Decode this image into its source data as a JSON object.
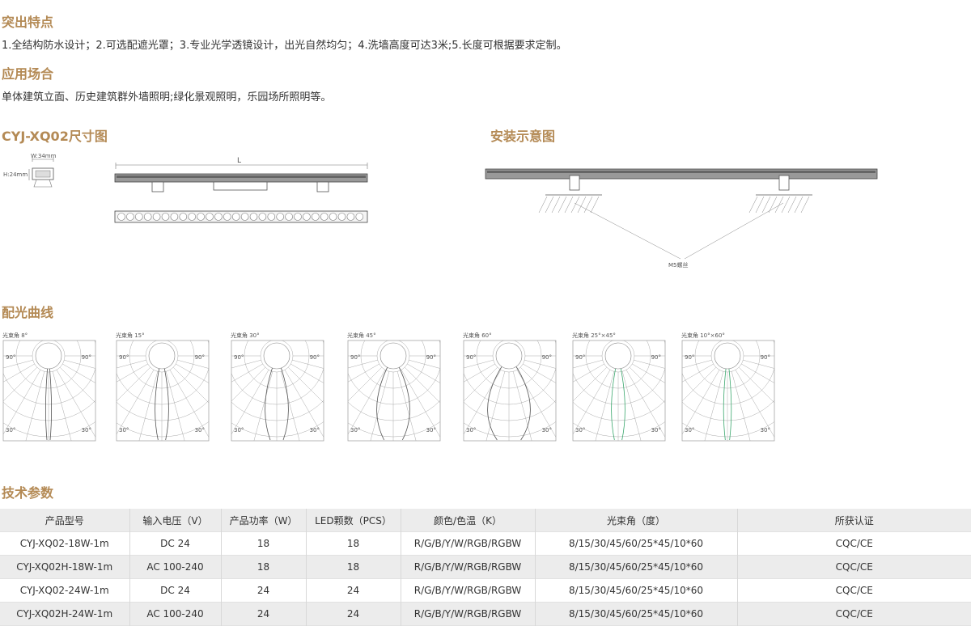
{
  "features": {
    "heading": "突出特点",
    "text": "1.全结构防水设计；2.可选配遮光罩；3.专业光学透镜设计，出光自然均匀；4.洗墙高度可达3米;5.长度可根据要求定制。"
  },
  "application": {
    "heading": "应用场合",
    "text": "单体建筑立面、历史建筑群外墙照明;绿化景观照明，乐园场所照明等。"
  },
  "dimension": {
    "heading": "CYJ-XQ02尺寸图",
    "width_label": "W:34mm",
    "height_label": "H:24mm",
    "length_label": "L"
  },
  "install": {
    "heading": "安装示意图",
    "screw_label": "M5螺丝"
  },
  "light_curve": {
    "heading": "配光曲线",
    "angle_90": "90°",
    "angle_30": "30°",
    "items": [
      {
        "label": "光束角  8°"
      },
      {
        "label": "光束角 15°"
      },
      {
        "label": "光束角 30°"
      },
      {
        "label": "光束角 45°"
      },
      {
        "label": "光束角 60°"
      },
      {
        "label": "光束角 25°×45°"
      },
      {
        "label": "光束角 10°×60°"
      }
    ]
  },
  "spec": {
    "heading": "技术参数",
    "columns": [
      "产品型号",
      "输入电压（V）",
      "产品功率（W）",
      "LED颗数（PCS）",
      "颜色/色温（K）",
      "光束角（度）",
      "所获认证"
    ],
    "rows": [
      [
        "CYJ-XQ02-18W-1m",
        "DC 24",
        "18",
        "18",
        "R/G/B/Y/W/RGB/RGBW",
        "8/15/30/45/60/25*45/10*60",
        "CQC/CE"
      ],
      [
        "CYJ-XQ02H-18W-1m",
        "AC 100-240",
        "18",
        "18",
        "R/G/B/Y/W/RGB/RGBW",
        "8/15/30/45/60/25*45/10*60",
        "CQC/CE"
      ],
      [
        "CYJ-XQ02-24W-1m",
        "DC 24",
        "24",
        "24",
        "R/G/B/Y/W/RGB/RGBW",
        "8/15/30/45/60/25*45/10*60",
        "CQC/CE"
      ],
      [
        "CYJ-XQ02H-24W-1m",
        "AC 100-240",
        "24",
        "24",
        "R/G/B/Y/W/RGB/RGBW",
        "8/15/30/45/60/25*45/10*60",
        "CQC/CE"
      ]
    ]
  }
}
